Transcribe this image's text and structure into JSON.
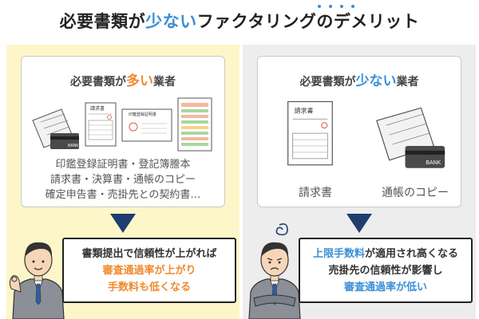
{
  "title": {
    "part1": "必要書類が",
    "accent": "少ない",
    "part2": "ファクタリングのデメリット"
  },
  "left": {
    "card_title_pre": "必要書類が",
    "card_title_accent": "多い",
    "card_title_post": "業者",
    "doc_icons": {
      "invoice_heading": "請求書",
      "seal_heading": "印鑑登録証明書",
      "bank_card": "BANK"
    },
    "doc_lines": [
      "印鑑登録証明書・登記簿謄本",
      "請求書・決算書・通帳のコピー",
      "確定申告書・売掛先との契約書…"
    ],
    "bubble": {
      "line1": "書類提出で信頼性が上がれば",
      "line2": "審査通過率が上がり",
      "line3": "手数料も低くなる"
    }
  },
  "right": {
    "card_title_pre": "必要書類が",
    "card_title_accent": "少ない",
    "card_title_post": "業者",
    "doc_icons": {
      "invoice_heading": "請求書",
      "bank_card": "BANK"
    },
    "label_invoice": "請求書",
    "label_passbook": "通帳のコピー",
    "bubble": {
      "line1_accent": "上限手数料",
      "line1_rest": "が適用され高くなる",
      "line2": "売掛先の信頼性が影響し",
      "line3": "審査通過率が低い"
    }
  },
  "colors": {
    "accent_blue": "#3b8fd6",
    "accent_orange": "#ef8a2e",
    "arrow_navy": "#1f3d6e",
    "left_bg": "#fdf6c9",
    "right_bg": "#ededed"
  }
}
